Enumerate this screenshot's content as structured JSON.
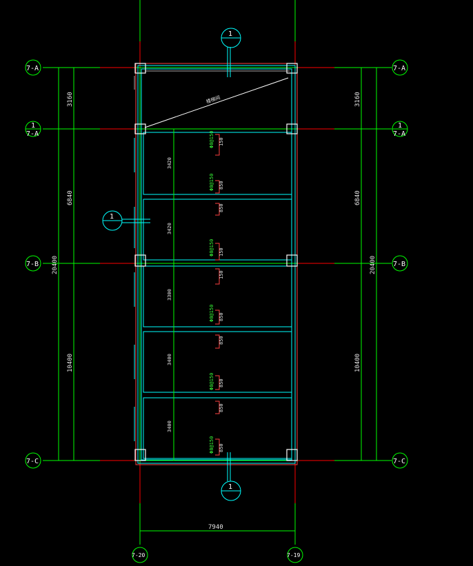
{
  "drawing": {
    "colors": {
      "background": "#000000",
      "grid": "#00ff00",
      "wall": "#00ffff",
      "axis_line": "#ff0000",
      "beam": "#aaaaaa",
      "text": "#ffffff",
      "rebar": "#39ff39"
    },
    "axes": {
      "left": [
        "7-A",
        "7-A",
        "7-B",
        "7-C"
      ],
      "right": [
        "7-A",
        "7-A",
        "7-B",
        "7-C"
      ],
      "bottom": [
        "7-20",
        "7-19"
      ],
      "section_mark_top": "1",
      "section_mark_left": "1",
      "section_mark_bottom": "1",
      "axis_bubble_7a_sub": "1"
    },
    "dimensions": {
      "left_outer": "20400",
      "left_inner_top": "3160",
      "left_inner_mid": "6840",
      "left_inner_bot": "10400",
      "right_outer": "20400",
      "right_inner_top": "3160",
      "right_inner_mid": "6840",
      "right_inner_bot": "10400",
      "bottom": "7940"
    },
    "room_dims": [
      "3420",
      "3420",
      "3300",
      "3400",
      "3400"
    ],
    "diagonal_label": "楼梯间",
    "rebar_tags": [
      "Φ8@150",
      "Φ8@150",
      "Φ8@150",
      "Φ8@150",
      "Φ8@150",
      "Φ8@150"
    ],
    "spacing_tags": [
      "150",
      "850",
      "850",
      "150",
      "150",
      "850",
      "850",
      "850",
      "850",
      "850"
    ]
  }
}
